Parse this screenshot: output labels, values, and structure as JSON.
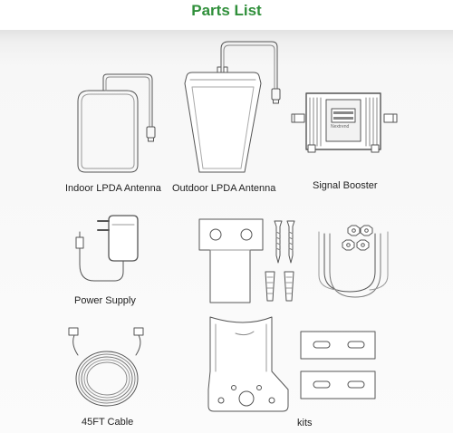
{
  "header": {
    "title": "Parts List"
  },
  "parts": {
    "indoor_antenna": "Indoor LPDA Antenna",
    "outdoor_antenna": "Outdoor LPDA Antenna",
    "signal_booster": "Signal Booster",
    "booster_brand": "Nextrend",
    "power_supply": "Power Supply",
    "cable": "45FT Cable",
    "kits": "kits"
  },
  "colors": {
    "title": "#2f8f3a",
    "line": "#555555"
  }
}
